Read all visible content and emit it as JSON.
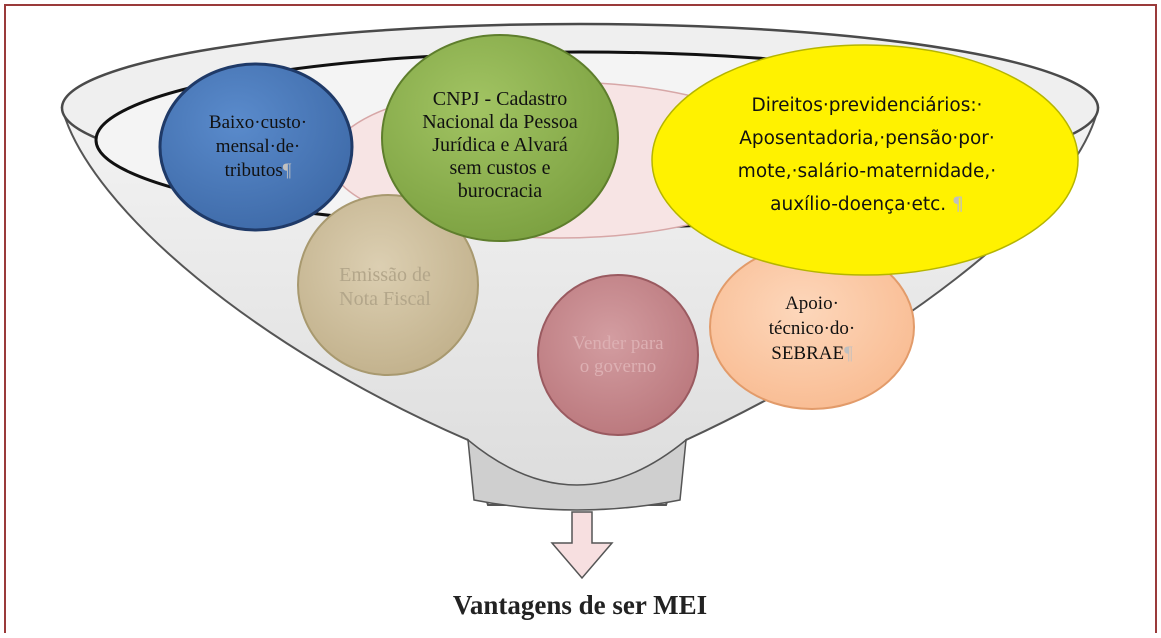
{
  "diagram": {
    "title": "Vantagens de ser MEI",
    "items": [
      {
        "id": "baixo-custo",
        "lines": [
          "Baixo·custo·",
          "mensal·de·",
          "tributos¶"
        ],
        "fill": "#4878b8",
        "stroke": "#1f3a68"
      },
      {
        "id": "cnpj",
        "lines": [
          "CNPJ - Cadastro",
          "Nacional da Pessoa",
          "Jurídica e Alvará",
          "sem custos e",
          "burocracia"
        ],
        "fill": "#8cb04e",
        "stroke": "#5e7e2c"
      },
      {
        "id": "previdenciarios",
        "lines": [
          "Direitos·previdenciários:·",
          "Aposentadoria,·pensão·por·",
          "mote,·salário-maternidade,·",
          "auxílio-doença·etc. ¶"
        ],
        "fill": "#fff200",
        "stroke": "#b5b500"
      },
      {
        "id": "nota-fiscal",
        "lines": [
          "Emissão de",
          "Nota Fiscal"
        ],
        "fill": "#cdbf9e",
        "stroke": "#a8996f"
      },
      {
        "id": "governo",
        "lines": [
          "Vender para",
          "o governo"
        ],
        "fill": "#c8888d",
        "stroke": "#9a5a60"
      },
      {
        "id": "sebrae",
        "lines": [
          "Apoio·",
          "técnico·do·",
          "SEBRAE¶"
        ],
        "fill": "#fbc9a5",
        "stroke": "#e29b6a"
      }
    ],
    "colors": {
      "frame": "#9a3a3a",
      "funnel_fill": "#e9e9e9",
      "funnel_stroke": "#555555",
      "arrow_fill": "#f7dfe0"
    }
  }
}
